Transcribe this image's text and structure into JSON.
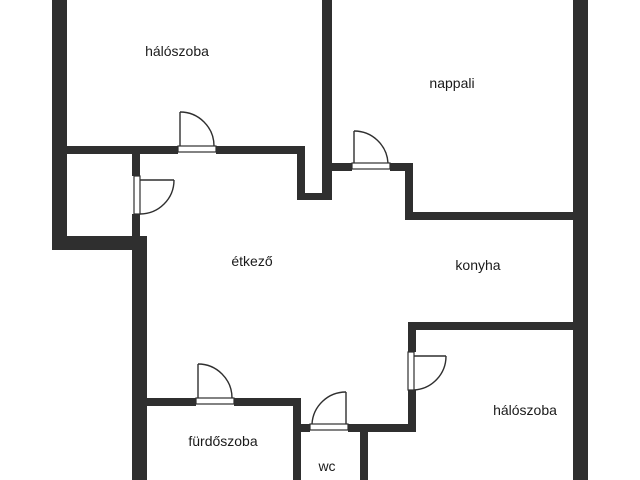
{
  "rooms": [
    {
      "id": "bedroom-top",
      "label": "hálószoba"
    },
    {
      "id": "living",
      "label": "nappali"
    },
    {
      "id": "dining",
      "label": "étkező"
    },
    {
      "id": "kitchen",
      "label": "konyha"
    },
    {
      "id": "bedroom-bottom",
      "label": "hálószoba"
    },
    {
      "id": "bathroom",
      "label": "fürdőszoba"
    },
    {
      "id": "wc",
      "label": "wc"
    }
  ],
  "colors": {
    "wall": "#2f2f2f",
    "background": "#ffffff",
    "text": "#1a1a1a"
  }
}
